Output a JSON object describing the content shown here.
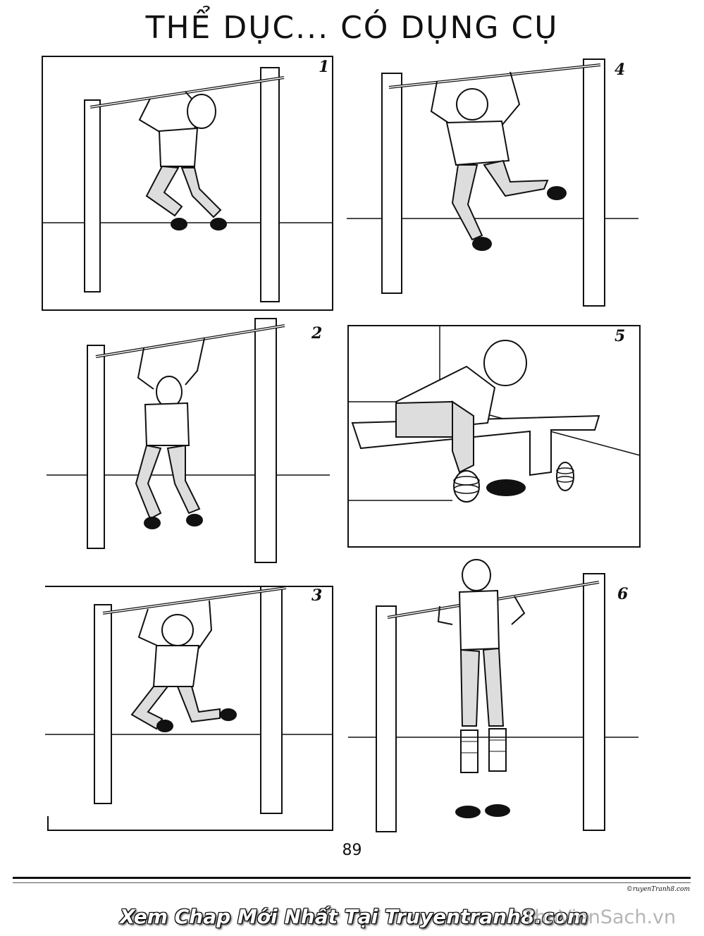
{
  "title": "THỂ DỤC... CÓ DỤNG CỤ",
  "panels": [
    {
      "number": "1",
      "scene": "hanging-bar"
    },
    {
      "number": "4",
      "scene": "hanging-bar"
    },
    {
      "number": "2",
      "scene": "hanging-bar"
    },
    {
      "number": "5",
      "scene": "bench-springs"
    },
    {
      "number": "3",
      "scene": "hanging-bar"
    },
    {
      "number": "6",
      "scene": "spring-shoes"
    }
  ],
  "page_number": "89",
  "credit": "©ruyenTranh8.com",
  "banner": "Xem Chap Mới Nhất Tại Truyentranh8.com",
  "watermark": "ThuVienSach.vn"
}
